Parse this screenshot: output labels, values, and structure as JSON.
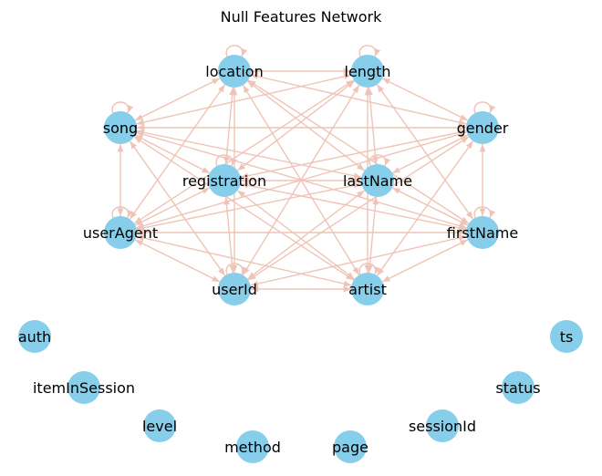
{
  "title": "Null Features Network",
  "colors": {
    "node": "#87ceeb",
    "edge": "#efc4b6",
    "text": "#000000"
  },
  "nodes": [
    {
      "id": "location",
      "label": "location",
      "connected": true
    },
    {
      "id": "length",
      "label": "length",
      "connected": true
    },
    {
      "id": "song",
      "label": "song",
      "connected": true
    },
    {
      "id": "gender",
      "label": "gender",
      "connected": true
    },
    {
      "id": "registration",
      "label": "registration",
      "connected": true
    },
    {
      "id": "lastName",
      "label": "lastName",
      "connected": true
    },
    {
      "id": "userAgent",
      "label": "userAgent",
      "connected": true
    },
    {
      "id": "firstName",
      "label": "firstName",
      "connected": true
    },
    {
      "id": "userId",
      "label": "userId",
      "connected": true
    },
    {
      "id": "artist",
      "label": "artist",
      "connected": true
    },
    {
      "id": "auth",
      "label": "auth",
      "connected": false
    },
    {
      "id": "ts",
      "label": "ts",
      "connected": false
    },
    {
      "id": "itemInSession",
      "label": "itemInSession",
      "connected": false
    },
    {
      "id": "status",
      "label": "status",
      "connected": false
    },
    {
      "id": "level",
      "label": "level",
      "connected": false
    },
    {
      "id": "sessionId",
      "label": "sessionId",
      "connected": false
    },
    {
      "id": "method",
      "label": "method",
      "connected": false
    },
    {
      "id": "page",
      "label": "page",
      "connected": false
    }
  ],
  "edges": "complete-directed-with-self-loops"
}
